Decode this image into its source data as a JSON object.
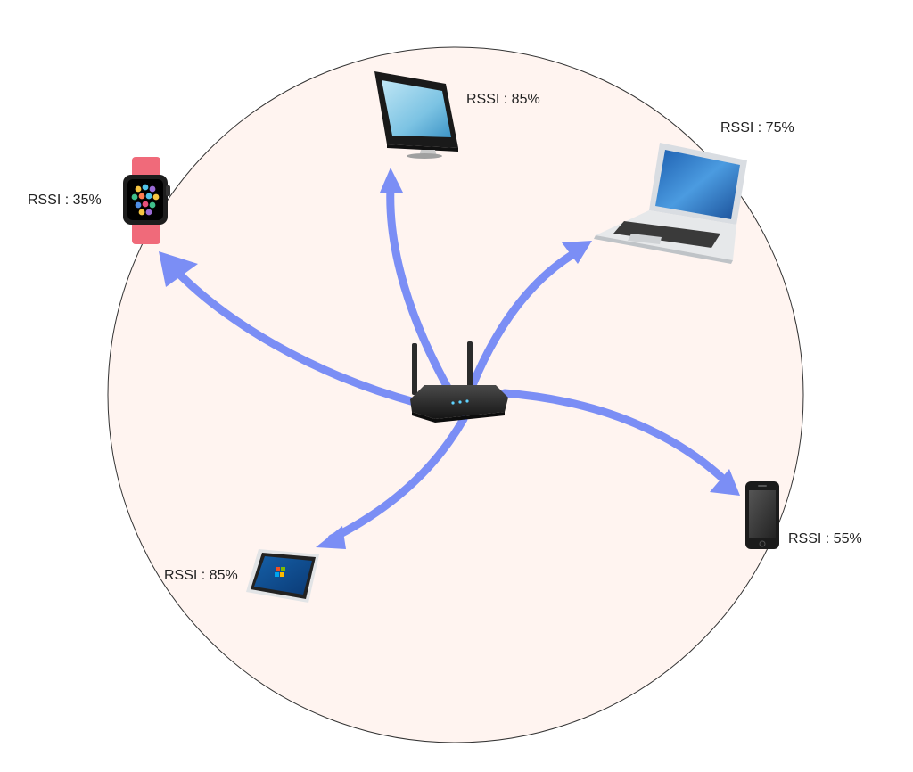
{
  "colors": {
    "coverage_fill": "#fff4f0",
    "coverage_stroke": "#333333",
    "arrow": "#7b8ef5",
    "device_dark": "#2a2a2a",
    "watch_band": "#f06a7a",
    "screen_blue": "#3b87c9"
  },
  "router": {
    "icon": "wifi-router-icon"
  },
  "devices": [
    {
      "id": "desktop",
      "icon": "desktop-monitor-icon",
      "rssi_label": "RSSI : 85%",
      "rssi": 85
    },
    {
      "id": "laptop",
      "icon": "laptop-icon",
      "rssi_label": "RSSI : 75%",
      "rssi": 75
    },
    {
      "id": "watch",
      "icon": "smartwatch-icon",
      "rssi_label": "RSSI : 35%",
      "rssi": 35
    },
    {
      "id": "tablet",
      "icon": "tablet-icon",
      "rssi_label": "RSSI : 85%",
      "rssi": 85
    },
    {
      "id": "phone",
      "icon": "smartphone-icon",
      "rssi_label": "RSSI : 55%",
      "rssi": 55
    }
  ]
}
